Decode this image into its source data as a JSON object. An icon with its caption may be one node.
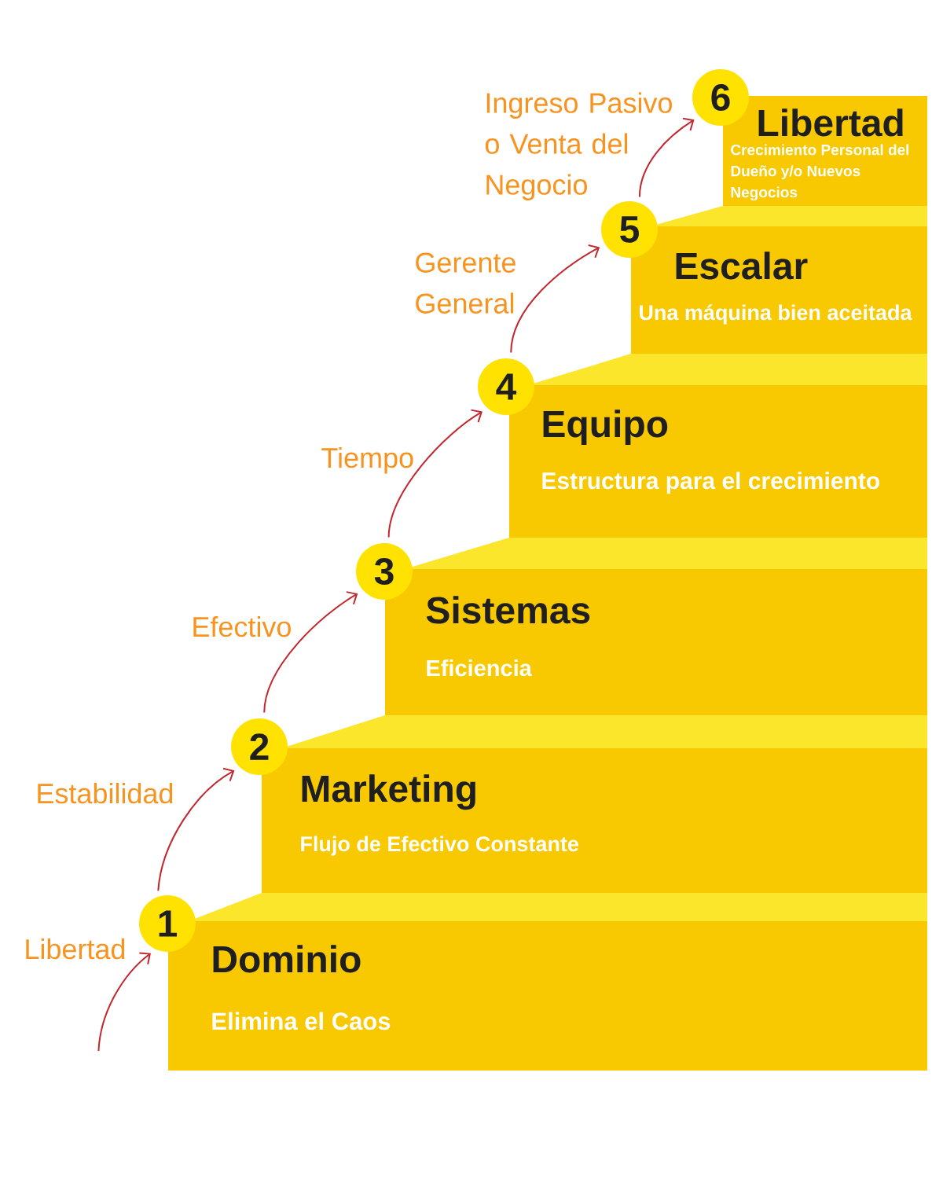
{
  "diagram": {
    "nodes": [
      {
        "text": [
          "1"
        ]
      },
      {
        "text": [
          "Dominio",
          "Elimina el Caos"
        ]
      },
      {
        "text": [
          "2"
        ]
      },
      {
        "text": [
          "Marketing",
          "Flujo de Efectivo Constante"
        ]
      },
      {
        "text": [
          "3"
        ]
      },
      {
        "text": [
          "Sistemas",
          "Eficiencia"
        ]
      },
      {
        "text": [
          "4"
        ]
      },
      {
        "text": [
          "Equipo",
          "Estructura para el crecimiento"
        ]
      },
      {
        "text": [
          "5"
        ]
      },
      {
        "text": [
          "Escalar",
          "Una máquina bien aceitada"
        ]
      },
      {
        "text": [
          "6"
        ]
      },
      {
        "text": [
          "Libertad",
          "Crecimiento Personal del Dueño y/o Nuevos Negocios"
        ]
      }
    ],
    "edges": [
      {
        "from": null,
        "to": 0,
        "arrow": "to",
        "label": "Libertad"
      },
      {
        "from": 0,
        "to": 2,
        "arrow": "to",
        "label": "Estabilidad"
      },
      {
        "from": 2,
        "to": 4,
        "arrow": "to",
        "label": "Efectivo"
      },
      {
        "from": 4,
        "to": 6,
        "arrow": "to",
        "label": "Tiempo"
      },
      {
        "from": 6,
        "to": 8,
        "arrow": "to",
        "label": "Gerente General"
      },
      {
        "from": 8,
        "to": 10,
        "arrow": "to",
        "label": "Ingreso Pasivo o Venta del Negocio"
      }
    ]
  }
}
